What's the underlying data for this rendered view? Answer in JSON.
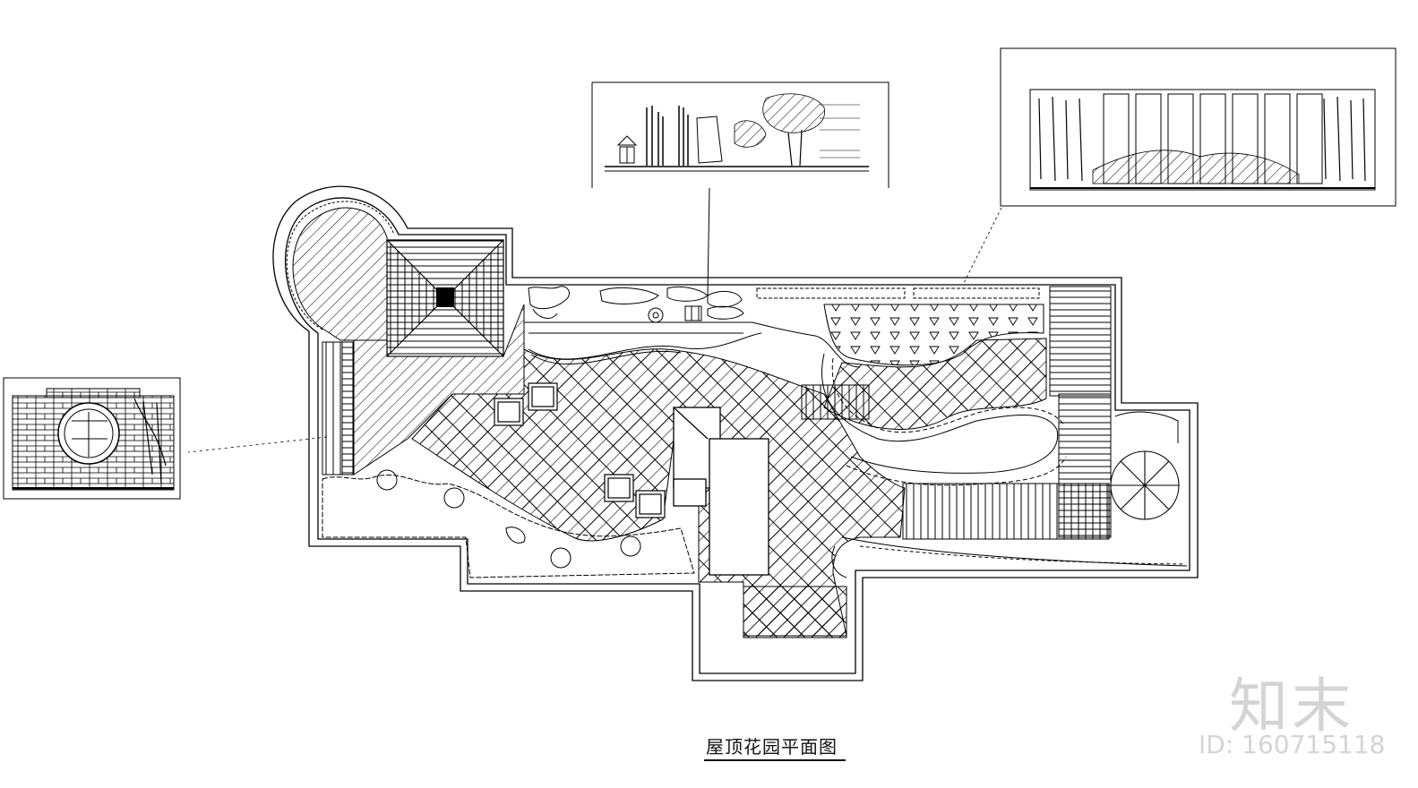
{
  "drawing": {
    "title": "屋顶花园平面图"
  },
  "watermark": {
    "logo": "知末",
    "id": "ID: 160715118"
  }
}
